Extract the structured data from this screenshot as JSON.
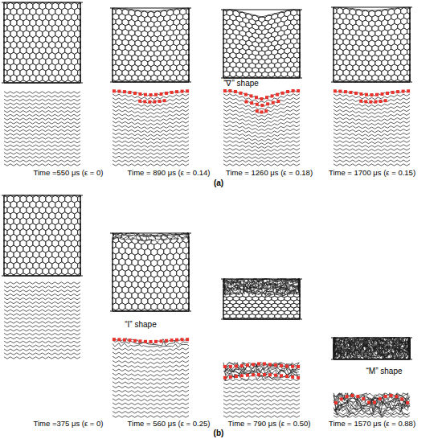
{
  "diagram": {
    "labels": [
      "“∇” shape",
      "Time =550 μs (ε = 0)",
      "Time = 890 μs (ε = 0.14)",
      "Time = 1260 μs (ε = 0.18)",
      "Time = 1700 μs (ε = 0.15)",
      "(a)",
      "“I” shape",
      "“M” shape",
      "Time =375 μs (ε = 0)",
      "Time = 560 μs (ε = 0.25)",
      "Time = 790 μs (ε = 0.50)",
      "Time = 1570 μs (ε = 0.88)",
      "(b)"
    ]
  }
}
